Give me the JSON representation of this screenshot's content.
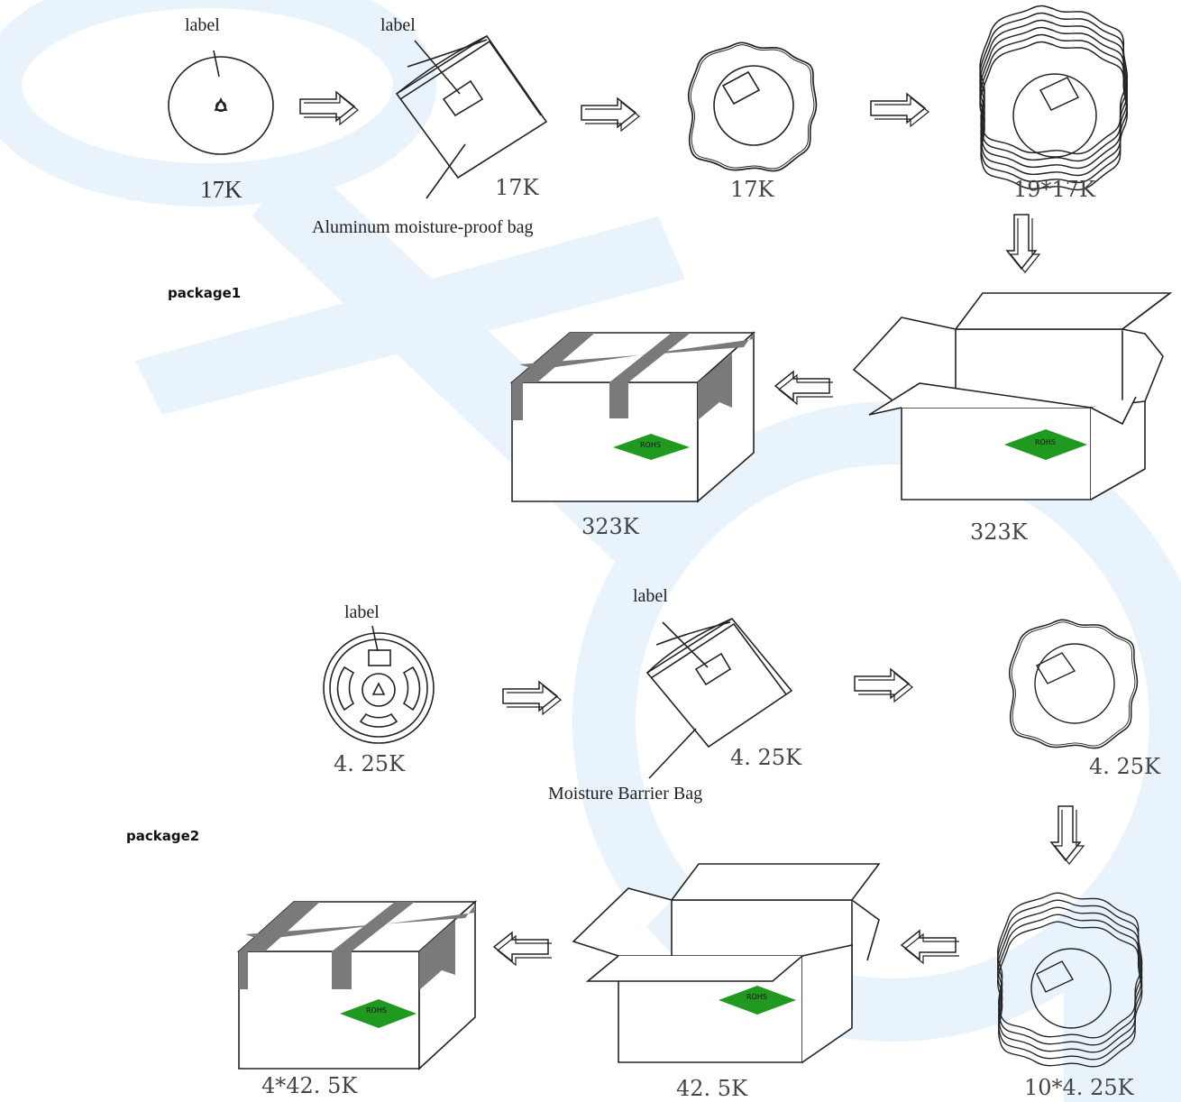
{
  "package1": {
    "title": "package1",
    "reel": {
      "callout": "label",
      "qty": "17K"
    },
    "bag": {
      "callout": "label",
      "qty": "17K",
      "caption": "Aluminum moisture-proof bag"
    },
    "sealed": {
      "qty": "17K"
    },
    "stack": {
      "qty": "19*17K"
    },
    "open_box": {
      "qty": "323K",
      "mark": "ROHS"
    },
    "closed_box": {
      "qty": "323K",
      "mark": "ROHS"
    }
  },
  "package2": {
    "title": "package2",
    "reel": {
      "callout": "label",
      "qty": "4. 25K"
    },
    "bag": {
      "callout": "label",
      "qty": "4. 25K",
      "caption": "Moisture Barrier Bag"
    },
    "sealed": {
      "qty": "4. 25K"
    },
    "stack": {
      "qty": "10*4. 25K"
    },
    "open_box": {
      "qty": "42. 5K",
      "mark": "ROHS"
    },
    "closed_box": {
      "qty": "4*42. 5K",
      "mark": "ROHS"
    }
  },
  "colors": {
    "watermark": "#e8f3fb",
    "tape": "#7a7a7a",
    "rohs": "#1f9a1f"
  }
}
